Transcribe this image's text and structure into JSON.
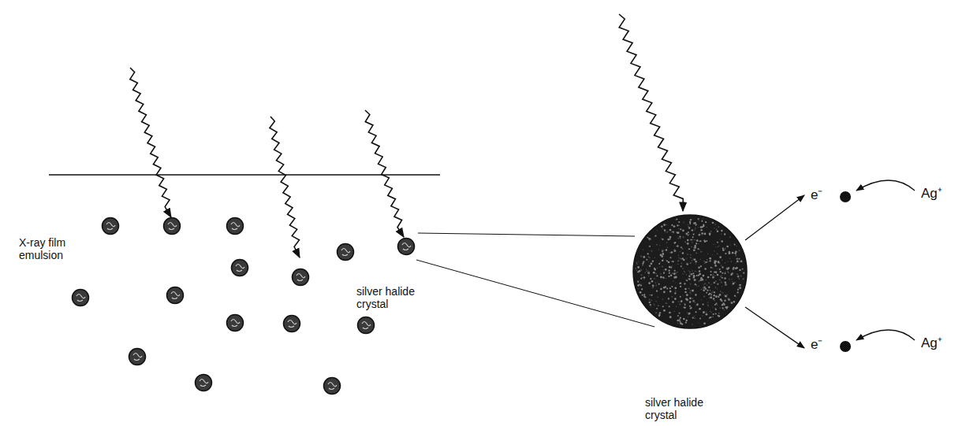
{
  "diagram": {
    "labels": [
      "X-ray film emulsion",
      "silver halide crystal",
      "silver halide crystal",
      "e⁻",
      "e⁻",
      "Ag⁺",
      "Ag⁺"
    ]
  }
}
